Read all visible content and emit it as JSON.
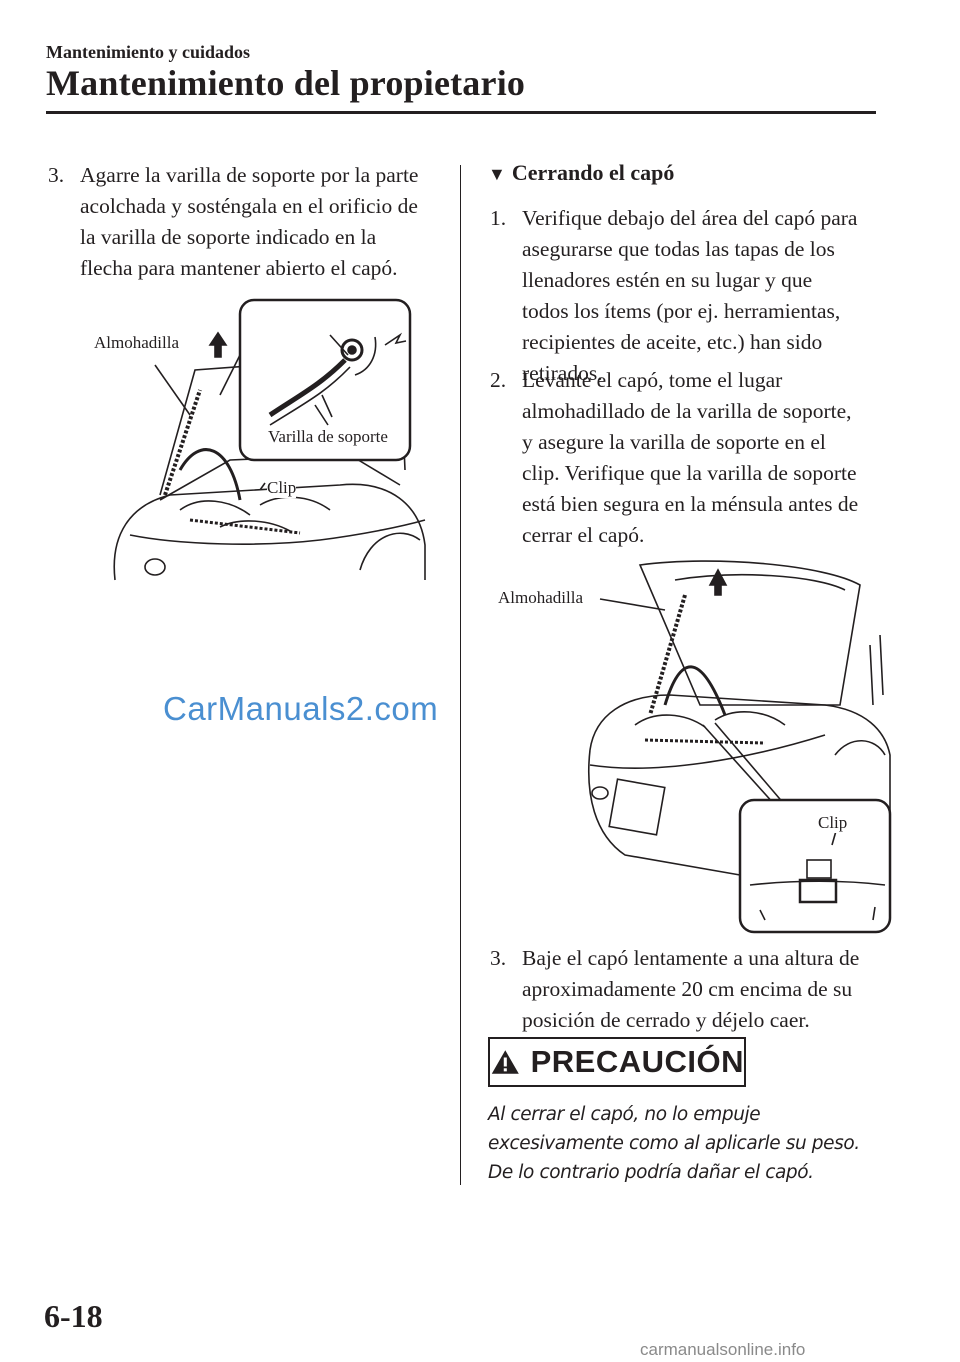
{
  "header": {
    "section": "Mantenimiento y cuidados",
    "chapter": "Mantenimiento del propietario"
  },
  "left_column": {
    "step3": {
      "number": "3.",
      "lines": [
        "Agarre la varilla de soporte por la parte",
        "acolchada y sosténgala en el orificio de",
        "la varilla de soporte indicado en la",
        "flecha para mantener abierto el capó."
      ]
    },
    "figure1": {
      "label_pad": "Almohadilla",
      "label_rod": "Varilla de soporte",
      "label_clip": "Clip"
    },
    "watermark": "CarManuals2.com"
  },
  "right_column": {
    "subheading": "Cerrando el capó",
    "subheading_icon": "triangle-down-icon",
    "step1": {
      "number": "1.",
      "lines": [
        "Verifique debajo del área del capó para",
        "asegurarse que todas las tapas de los",
        "llenadores estén en su lugar y que",
        "todos los ítems (por ej. herramientas,",
        "recipientes de aceite, etc.) han sido",
        "retirados."
      ]
    },
    "step2": {
      "number": "2.",
      "lines": [
        "Levante el capó, tome el lugar",
        "almohadillado de la varilla de soporte,",
        "y asegure la varilla de soporte en el",
        "clip. Verifique que la varilla de soporte",
        "está bien segura en la ménsula antes de",
        "cerrar el capó."
      ]
    },
    "figure2": {
      "label_pad": "Almohadilla",
      "label_clip": "Clip"
    },
    "step3": {
      "number": "3.",
      "lines": [
        "Baje el capó lentamente a una altura de",
        "aproximadamente 20 cm encima de su",
        "posición de cerrado y déjelo caer."
      ]
    },
    "caution": {
      "title": "PRECAUCIÓN",
      "icon": "warning-triangle-icon",
      "lines": [
        "Al cerrar el capó, no lo empuje",
        "excesivamente como al aplicarle su peso.",
        "De lo contrario podría dañar el capó."
      ]
    }
  },
  "footer": {
    "page_number": "6-18",
    "site": "carmanualsonline.info"
  }
}
